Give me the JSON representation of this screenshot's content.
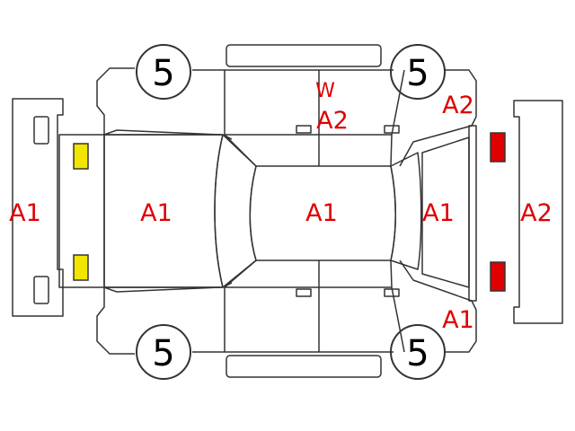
{
  "diagram": {
    "wheels": [
      {
        "id": "front-left",
        "value": "5"
      },
      {
        "id": "rear-left",
        "value": "5"
      },
      {
        "id": "front-right",
        "value": "5"
      },
      {
        "id": "rear-right",
        "value": "5"
      }
    ],
    "labels": {
      "front_bumper": "A1",
      "hood": "A1",
      "roof": "A1",
      "rear_glass": "A1",
      "rear_bumper": "A2",
      "upper_rear_fender": "A2",
      "upper_door_w": "W",
      "upper_door_a": "A2",
      "lower_rear_fender": "A1"
    },
    "colors": {
      "outline": "#333333",
      "damage_text": "#e00000",
      "front_lights": "#f2e600",
      "rear_lights": "#e00000"
    }
  }
}
